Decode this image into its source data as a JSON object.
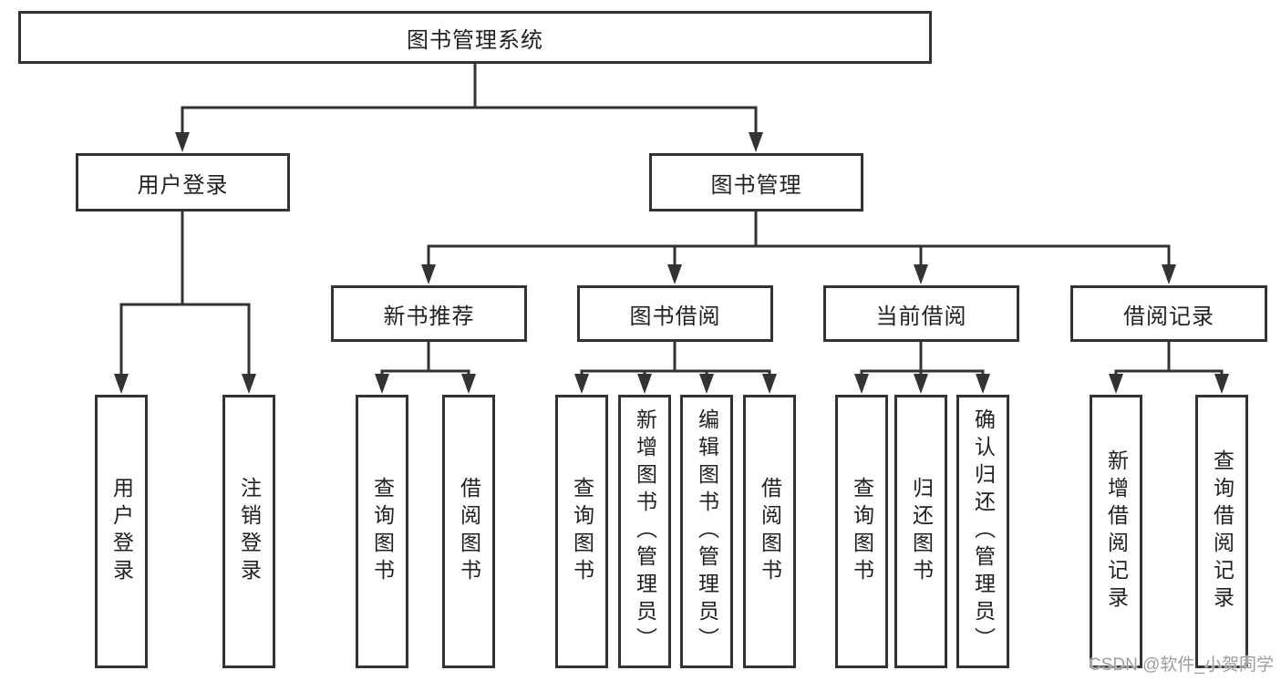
{
  "diagram": {
    "title": "图书管理系统",
    "colors": {
      "line": "#333333",
      "text": "#212121",
      "background": "#ffffff",
      "watermark": "#9d9d9d"
    },
    "nodes": {
      "root": "图书管理系统",
      "level2": {
        "user_login": "用户登录",
        "book_management": "图书管理"
      },
      "level3": {
        "new_book_recommend": "新书推荐",
        "book_borrowing": "图书借阅",
        "current_borrowing": "当前借阅",
        "borrowing_records": "借阅记录"
      },
      "leaves": {
        "user_login_leaf": "用户登录",
        "logout": "注销登录",
        "query_books_recommend": "查询图书",
        "borrow_books_recommend": "借阅图书",
        "query_books_borrowing": "查询图书",
        "add_books_admin": "新增图书（管理员）",
        "edit_books_admin": "编辑图书（管理员）",
        "borrow_books": "借阅图书",
        "query_books_current": "查询图书",
        "return_books": "归还图书",
        "confirm_return_admin": "确认归还（管理员）",
        "add_borrow_record": "新增借阅记录",
        "query_borrow_record": "查询借阅记录"
      }
    },
    "watermark": "CSDN @软件_小贺同学"
  }
}
